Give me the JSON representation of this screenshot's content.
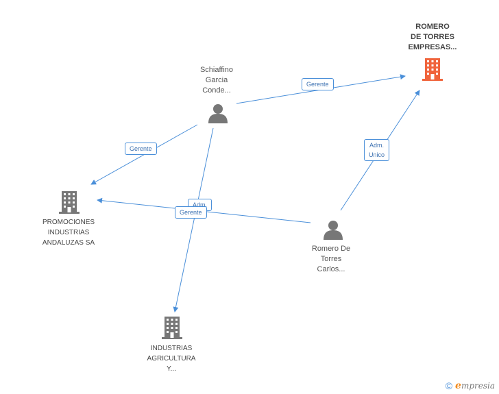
{
  "nodes": {
    "romero_empresas": {
      "label": "ROMERO\nDE TORRES\nEMPRESAS...",
      "type": "company",
      "highlight": true
    },
    "schiaffino": {
      "label": "Schiaffino\nGarcia\nConde...",
      "type": "person"
    },
    "promociones": {
      "label": "PROMOCIONES\nINDUSTRIAS\nANDALUZAS SA",
      "type": "company"
    },
    "romero_carlos": {
      "label": "Romero De\nTorres\nCarlos...",
      "type": "person"
    },
    "industrias": {
      "label": "INDUSTRIAS\nAGRICULTURA\nY...",
      "type": "company"
    }
  },
  "edges": {
    "e1": {
      "label": "Gerente"
    },
    "e2": {
      "label": "Gerente"
    },
    "e3": {
      "label": "Adm.\nUnico"
    },
    "e4": {
      "label": "Adm."
    },
    "e5": {
      "label": "Gerente"
    }
  },
  "colors": {
    "edge": "#4a8fd9",
    "company": "#777777",
    "company_highlight": "#f0643c",
    "person": "#777777"
  },
  "footer": {
    "copyright": "©",
    "brand_initial": "e",
    "brand_rest": "mpresia"
  }
}
